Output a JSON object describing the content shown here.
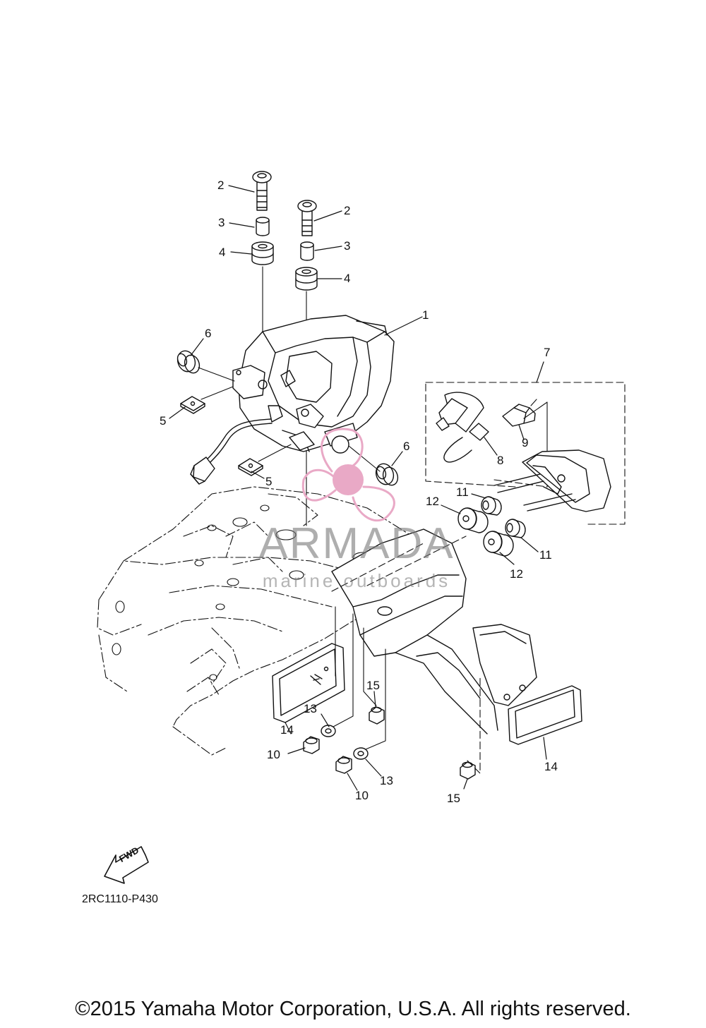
{
  "diagram": {
    "code": "2RC1110-P430",
    "fwd_label": "FWD",
    "callouts": {
      "c1": "1",
      "c2a": "2",
      "c2b": "2",
      "c3a": "3",
      "c3b": "3",
      "c4a": "4",
      "c4b": "4",
      "c5a": "5",
      "c5b": "5",
      "c6a": "6",
      "c6b": "6",
      "c7": "7",
      "c8": "8",
      "c9": "9",
      "c10a": "10",
      "c10b": "10",
      "c11a": "11",
      "c11b": "11",
      "c12a": "12",
      "c12b": "12",
      "c13a": "13",
      "c13b": "13",
      "c14a": "14",
      "c14b": "14",
      "c15a": "15",
      "c15b": "15"
    }
  },
  "watermark": {
    "title": "ARMADA",
    "subtitle": "marine outboards",
    "accent_color": "#e9a9c6"
  },
  "footer": {
    "copyright": "©2015 Yamaha Motor Corporation, U.S.A. All rights reserved."
  }
}
